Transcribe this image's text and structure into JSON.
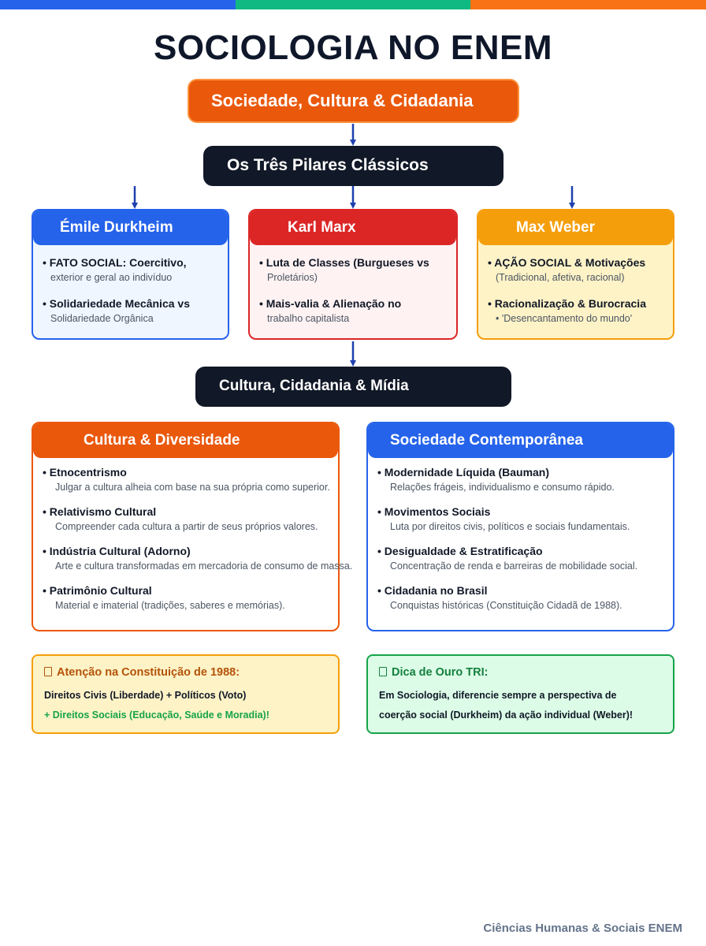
{
  "title": "SOCIOLOGIA NO ENEM",
  "flow": {
    "top": "Sociedade, Cultura & Cidadania",
    "pillars": "Os Três Pilares Clássicos",
    "culture": "Cultura, Cidadania & Mídia"
  },
  "thinkers": {
    "durkheim": {
      "name": "Émile Durkheim",
      "items": [
        {
          "title": "• FATO SOCIAL: Coercitivo,",
          "sub": "exterior e geral ao indivíduo"
        },
        {
          "title": "• Solidariedade Mecânica vs",
          "sub": "Solidariedade Orgânica"
        }
      ]
    },
    "marx": {
      "name": "Karl Marx",
      "items": [
        {
          "title": "• Luta de Classes (Burgueses vs",
          "sub": "Proletários)"
        },
        {
          "title": "• Mais-valia & Alienação no",
          "sub": "trabalho capitalista"
        }
      ]
    },
    "weber": {
      "name": "Max Weber",
      "items": [
        {
          "title": "• AÇÃO SOCIAL & Motivações",
          "sub": "(Tradicional, afetiva, racional)"
        },
        {
          "title": "• Racionalização & Burocracia",
          "sub": "• 'Desencantamento do mundo'"
        }
      ]
    }
  },
  "topics": {
    "cultura": {
      "title": "Cultura & Diversidade",
      "items": [
        {
          "title": "• Etnocentrismo",
          "sub": "Julgar a cultura alheia com base na sua própria como superior."
        },
        {
          "title": "• Relativismo Cultural",
          "sub": "Compreender cada cultura a partir de seus próprios valores."
        },
        {
          "title": "• Indústria Cultural (Adorno)",
          "sub": "Arte e cultura transformadas em mercadoria de consumo de massa."
        },
        {
          "title": "• Patrimônio Cultural",
          "sub": "Material e imaterial (tradições, saberes e memórias)."
        }
      ]
    },
    "sociedade": {
      "title": "Sociedade Contemporânea",
      "items": [
        {
          "title": "• Modernidade Líquida (Bauman)",
          "sub": "Relações frágeis, individualismo e consumo rápido."
        },
        {
          "title": "• Movimentos Sociais",
          "sub": "Luta por direitos civis, políticos e sociais fundamentais."
        },
        {
          "title": "• Desigualdade & Estratificação",
          "sub": "Concentração de renda e barreiras de mobilidade social."
        },
        {
          "title": "• Cidadania no Brasil",
          "sub": "Conquistas históricas (Constituição Cidadã de 1988)."
        }
      ]
    }
  },
  "notes": {
    "constituicao": {
      "title": "Atenção na Constituição de 1988:",
      "line1": "Direitos Civis (Liberdade) + Políticos (Voto)",
      "line2": "+ Direitos Sociais (Educação, Saúde e Moradia)!",
      "icon": "missing-glyph-icon"
    },
    "tri": {
      "title": "Dica de Ouro TRI:",
      "line1": "Em Sociologia, diferencie sempre a perspectiva de",
      "line2": "coerção social (Durkheim) da ação individual (Weber)!",
      "icon": "missing-glyph-icon"
    }
  },
  "footer": "Ciências Humanas & Sociais ENEM",
  "colors": {
    "blue": "#2563eb",
    "green": "#10b981",
    "orange": "#ea580c",
    "red": "#dc2626",
    "amber": "#f59e0b",
    "dark": "#111827"
  }
}
